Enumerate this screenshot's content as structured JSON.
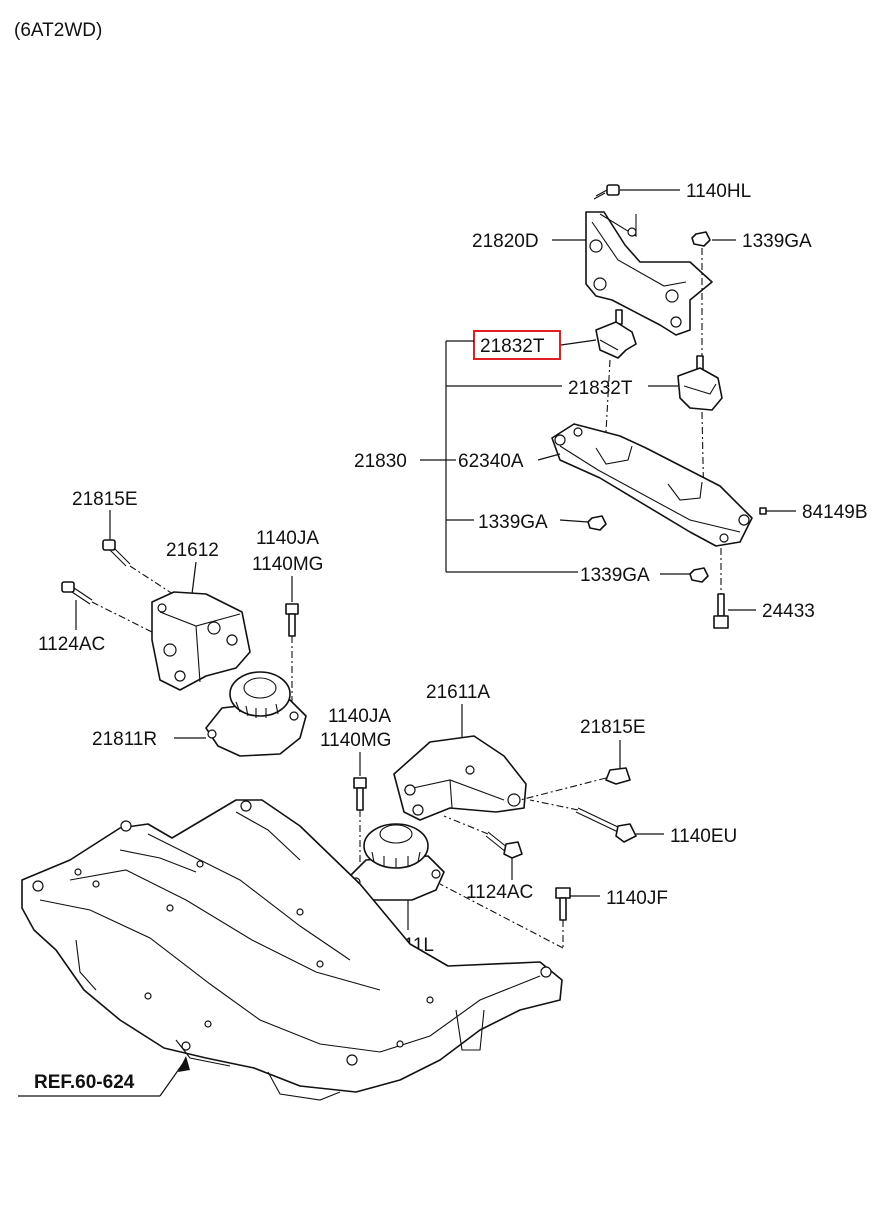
{
  "title": "(6AT2WD)",
  "ref_label": "REF.60-624",
  "highlight_color": "#e02020",
  "labels": {
    "p1140HL": "1140HL",
    "p21820D": "21820D",
    "p1339GA_top": "1339GA",
    "p21832T_hl": "21832T",
    "p21832T": "21832T",
    "p21830": "21830",
    "p62340A": "62340A",
    "p84149B": "84149B",
    "p1339GA_mid": "1339GA",
    "p1339GA_low": "1339GA",
    "p24433": "24433",
    "p21815E_left": "21815E",
    "p21612": "21612",
    "p1140JA_left": "1140JA",
    "p1140MG_left": "1140MG",
    "p1124AC_left": "1124AC",
    "p21811R": "21811R",
    "p21611A": "21611A",
    "p1140JA_mid": "1140JA",
    "p1140MG_mid": "1140MG",
    "p21815E_right": "21815E",
    "p1140EU": "1140EU",
    "p1124AC_mid": "1124AC",
    "p1140JF": "1140JF",
    "p21811L": "21811L"
  }
}
